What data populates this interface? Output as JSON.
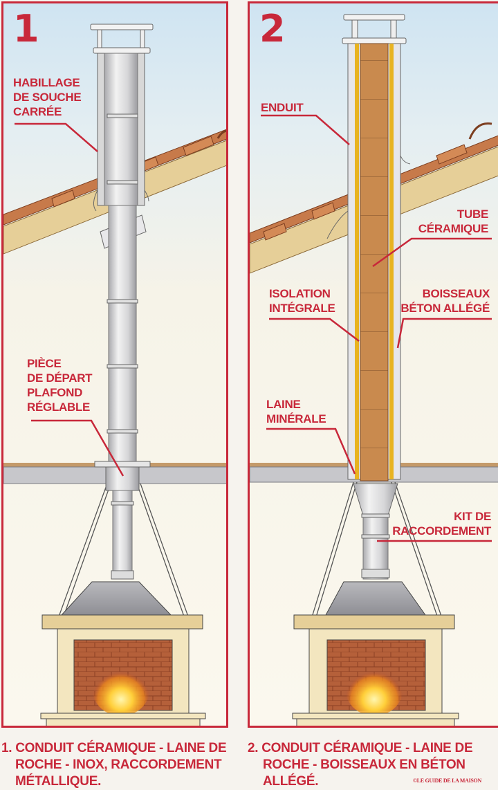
{
  "colors": {
    "accent": "#c8283a",
    "ceramic_tube": "#c98a4e",
    "mineral_wool": "#e8b321",
    "tile": "#c77a4a",
    "wood": "#e6cf98",
    "steel": "#c9c9cb",
    "wall": "#fbf8ee"
  },
  "panels": [
    {
      "number": "1",
      "labels": {
        "habillage": [
          "HABILLAGE",
          "DE SOUCHE",
          "CARRÉE"
        ],
        "piece": [
          "PIÈCE",
          "DE DÉPART",
          "PLAFOND",
          "RÉGLABLE"
        ]
      },
      "caption": [
        "1. CONDUIT CÉRAMIQUE - LAINE DE",
        "ROCHE - INOX, RACCORDEMENT",
        "MÉTALLIQUE."
      ]
    },
    {
      "number": "2",
      "labels": {
        "enduit": [
          "ENDUIT"
        ],
        "tube": [
          "TUBE",
          "CÉRAMIQUE"
        ],
        "isolation": [
          "ISOLATION",
          "INTÉGRALE"
        ],
        "boisseaux": [
          "BOISSEAUX",
          "BÉTON ALLÉGÉ"
        ],
        "laine": [
          "LAINE",
          "MINÉRALE"
        ],
        "kit": [
          "KIT DE",
          "RACCORDEMENT"
        ]
      },
      "caption": [
        "2. CONDUIT CÉRAMIQUE - LAINE DE",
        "ROCHE - BOISSEAUX EN BÉTON",
        "ALLÉGÉ."
      ]
    }
  ],
  "copyright": "©LE GUIDE DE LA MAISON"
}
